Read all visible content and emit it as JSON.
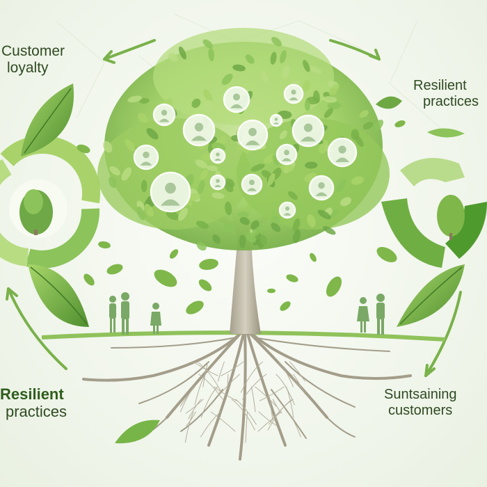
{
  "labels": {
    "top_left": {
      "line1": "Customer",
      "line2": "loyalty"
    },
    "top_right": {
      "line1": "Resilient",
      "line2": "practices"
    },
    "bottom_left": {
      "line1": "Resilient",
      "line2": "practices"
    },
    "bottom_right": {
      "line1": "Suntsaining",
      "line2": "customers"
    }
  },
  "colors": {
    "leaf_light": "#a9d36a",
    "leaf_mid": "#7fb74a",
    "leaf_dark": "#4f8f2f",
    "trunk": "#b9b3a1",
    "root": "#9e9886",
    "ground": "#8fc25a",
    "text": "#2f4a22",
    "bubble": "#eef7e6"
  },
  "icons": [
    "circular-arrow-icon",
    "person-icon",
    "leaf-icon",
    "recycle-icon",
    "tree-icon"
  ]
}
